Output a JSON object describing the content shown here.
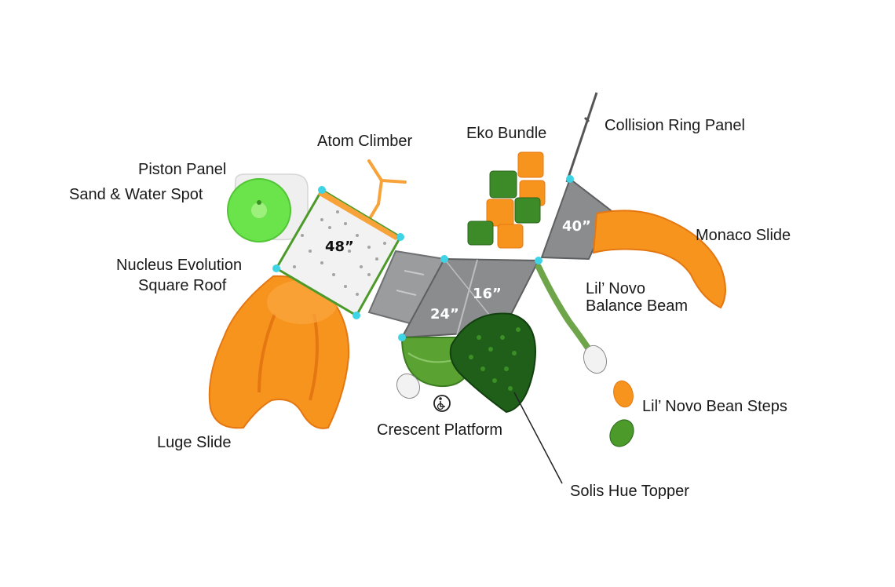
{
  "labels": {
    "atom_climber": "Atom Climber",
    "eko_bundle": "Eko Bundle",
    "collision_ring_panel": "Collision Ring Panel",
    "piston_panel": "Piston Panel",
    "sand_water_spot": "Sand & Water Spot",
    "nucleus_line1": "Nucleus Evolution",
    "nucleus_line2": "Square Roof",
    "monaco_slide": "Monaco Slide",
    "balance_line1": "Lil’ Novo",
    "balance_line2": "Balance Beam",
    "bean_steps": "Lil’ Novo Bean Steps",
    "luge_slide": "Luge Slide",
    "crescent_platform": "Crescent Platform",
    "solis_hue_topper": "Solis Hue Topper"
  },
  "decks": {
    "d48": "48”",
    "d40": "40”",
    "d16": "16”",
    "d24": "24”"
  },
  "colors": {
    "orange": "#f7941d",
    "orange_dark": "#e57712",
    "green": "#4c9a2a",
    "green_dark": "#1f5f1a",
    "gray": "#8a8c8e",
    "gray_dark": "#5d5f61",
    "post": "#3fd3e6",
    "lime": "#6be34a"
  },
  "icons": {
    "accessibility": "wheelchair-icon"
  }
}
